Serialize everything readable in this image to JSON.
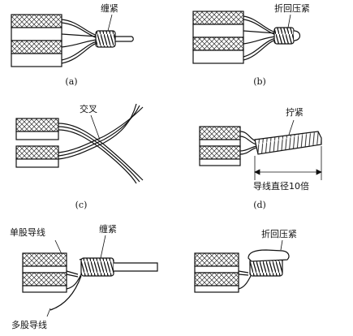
{
  "panels": [
    {
      "caption": "(a)",
      "label": "缠紧"
    },
    {
      "caption": "(b)",
      "label": "折回压紧"
    },
    {
      "caption": "(c)",
      "label": "交叉"
    },
    {
      "caption": "(d)",
      "label": "拧紧",
      "dimension_label": "导线直径10倍"
    },
    {
      "labels": [
        "单股导线",
        "缠紧",
        "多股导线"
      ]
    },
    {
      "label": "折回压紧"
    }
  ]
}
